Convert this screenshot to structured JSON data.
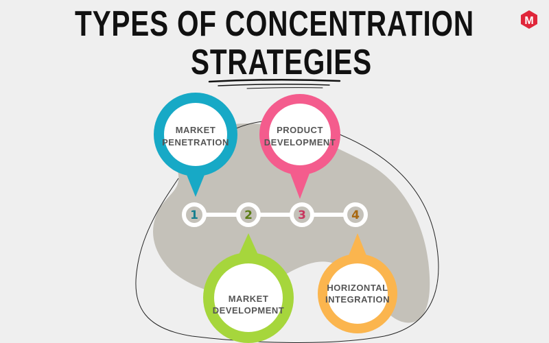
{
  "title": {
    "line1": "TYPES OF CONCENTRATION",
    "line2": "STRATEGIES"
  },
  "logo": {
    "letter": "M"
  },
  "strategies": [
    {
      "number": "1",
      "line1": "MARKET",
      "line2": "PENETRATION",
      "color": "#17a9c6",
      "num_color": "#167f8f"
    },
    {
      "number": "2",
      "line1": "MARKET",
      "line2": "DEVELOPMENT",
      "color": "#a6d63c",
      "num_color": "#5c7d16"
    },
    {
      "number": "3",
      "line1": "PRODUCT",
      "line2": "DEVELOPMENT",
      "color": "#f45c8d",
      "num_color": "#c9365f"
    },
    {
      "number": "4",
      "line1": "HORIZONTAL",
      "line2": "INTEGRATION",
      "color": "#fbb54e",
      "num_color": "#a8670f"
    }
  ]
}
